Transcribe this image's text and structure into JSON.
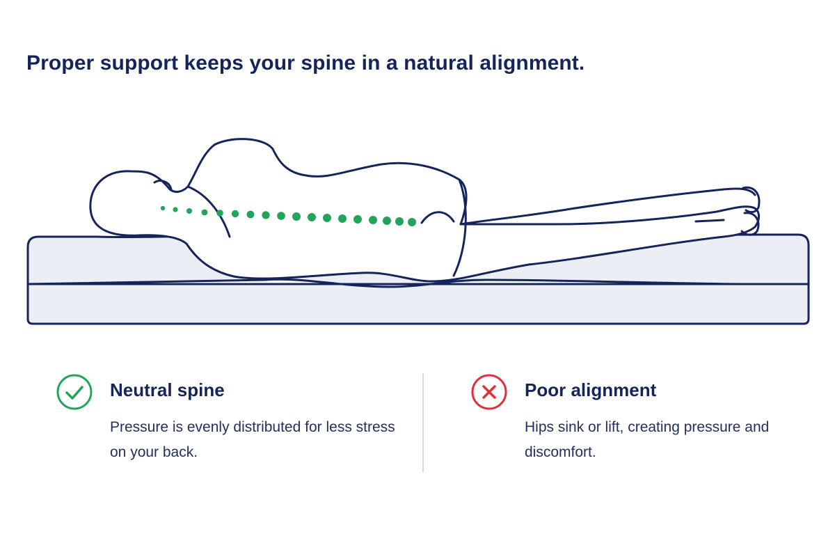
{
  "headline": "Proper support keeps your spine in a natural alignment.",
  "colors": {
    "navy": "#15245a",
    "mattress_fill": "#eceef5",
    "spine_dots": "#22a45a",
    "good": "#22a45a",
    "bad": "#e0303a",
    "divider": "#d6d9e1"
  },
  "good": {
    "icon": "check-circle-icon",
    "title": "Neutral spine",
    "body": "Pressure is evenly distributed for less stress on your back."
  },
  "bad": {
    "icon": "x-circle-icon",
    "title": "Poor alignment",
    "body": "Hips sink or lift, creating pressure and discomfort."
  }
}
